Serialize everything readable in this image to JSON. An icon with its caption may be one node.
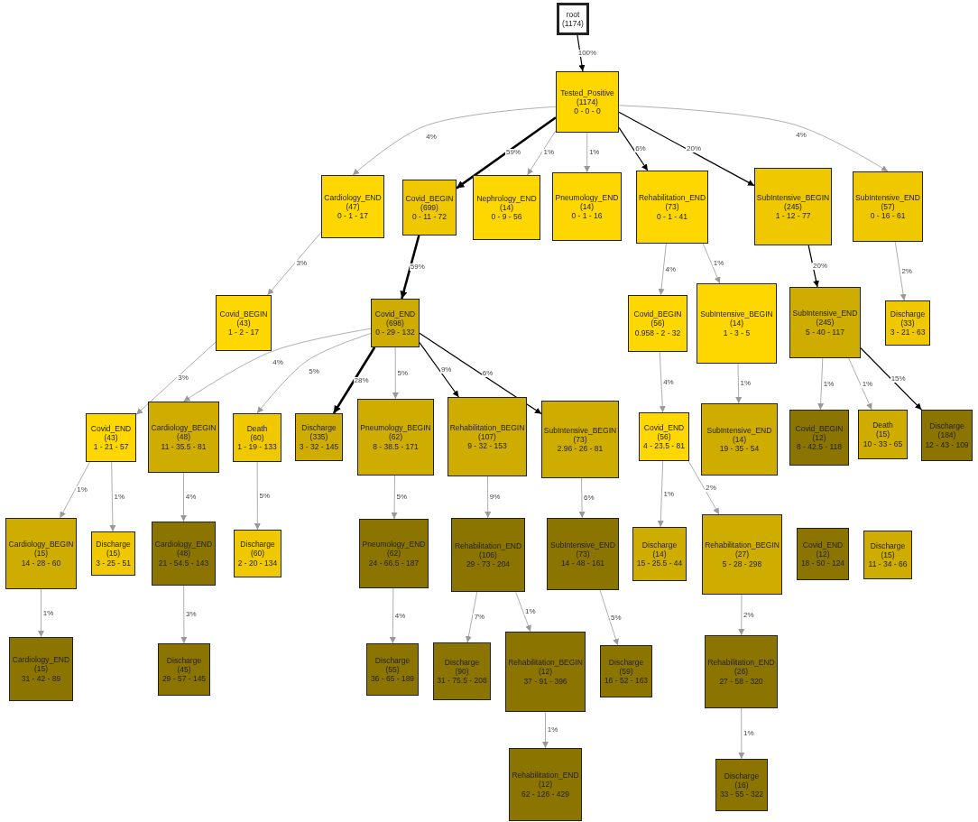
{
  "diagram": {
    "nodes": [
      {
        "text": [
          "root",
          "(1174)"
        ]
      },
      {
        "text": [
          "Tested_Positive",
          "(1174)",
          "0 - 0 - 0"
        ]
      },
      {
        "text": [
          "Cardiology_END",
          "(47)",
          "0 - 1 - 17"
        ]
      },
      {
        "text": [
          "Covid_BEGIN",
          "(699)",
          "0 - 11 - 72"
        ]
      },
      {
        "text": [
          "Nephrology_END",
          "(14)",
          "0 - 9 - 56"
        ]
      },
      {
        "text": [
          "Pneumology_END",
          "(14)",
          "0 - 1 - 16"
        ]
      },
      {
        "text": [
          "Rehabilitation_END",
          "(73)",
          "0 - 1 - 41"
        ]
      },
      {
        "text": [
          "SubIntensive_BEGIN",
          "(245)",
          "1 - 12 - 77"
        ]
      },
      {
        "text": [
          "SubIntensive_END",
          "(57)",
          "0 - 16 - 61"
        ]
      },
      {
        "text": [
          "Covid_BEGIN",
          "(43)",
          "1 - 2 - 17"
        ]
      },
      {
        "text": [
          "Covid_END",
          "(698)",
          "0 - 29 - 132"
        ]
      },
      {
        "text": [
          "Covid_BEGIN",
          "(56)",
          "0.958 - 2 - 32"
        ]
      },
      {
        "text": [
          "SubIntensive_BEGIN",
          "(14)",
          "1 - 3 - 5"
        ]
      },
      {
        "text": [
          "SubIntensive_END",
          "(245)",
          "5 - 40 - 117"
        ]
      },
      {
        "text": [
          "Discharge",
          "(33)",
          "3 - 21 - 63"
        ]
      },
      {
        "text": [
          "Covid_END",
          "(43)",
          "1 - 21 - 57"
        ]
      },
      {
        "text": [
          "Cardiology_BEGIN",
          "(48)",
          "11 - 35.5 - 81"
        ]
      },
      {
        "text": [
          "Death",
          "(60)",
          "1 - 19 - 133"
        ]
      },
      {
        "text": [
          "Discharge",
          "(335)",
          "3 - 32 - 145"
        ]
      },
      {
        "text": [
          "Pneumology_BEGIN",
          "(62)",
          "8 - 38.5 - 171"
        ]
      },
      {
        "text": [
          "Rehabilitation_BEGIN",
          "(107)",
          "9 - 32 - 153"
        ]
      },
      {
        "text": [
          "SubIntensive_BEGIN",
          "(73)",
          "2.96 - 26 - 81"
        ]
      },
      {
        "text": [
          "Covid_END",
          "(56)",
          "4 - 23.5 - 81"
        ]
      },
      {
        "text": [
          "SubIntensive_END",
          "(14)",
          "19 - 35 - 54"
        ]
      },
      {
        "text": [
          "Covid_BEGIN",
          "(12)",
          "8 - 42.5 - 118"
        ]
      },
      {
        "text": [
          "Death",
          "(15)",
          "10 - 33 - 65"
        ]
      },
      {
        "text": [
          "Discharge",
          "(184)",
          "12 - 43 - 109"
        ]
      },
      {
        "text": [
          "Cardiology_BEGIN",
          "(15)",
          "14 - 28 - 60"
        ]
      },
      {
        "text": [
          "Discharge",
          "(15)",
          "3 - 25 - 51"
        ]
      },
      {
        "text": [
          "Cardiology_END",
          "(48)",
          "21 - 54.5 - 143"
        ]
      },
      {
        "text": [
          "Discharge",
          "(60)",
          "2 - 20 - 134"
        ]
      },
      {
        "text": [
          "Pneumology_END",
          "(62)",
          "24 - 66.5 - 187"
        ]
      },
      {
        "text": [
          "Rehabilitation_END",
          "(106)",
          "29 - 73 - 204"
        ]
      },
      {
        "text": [
          "SubIntensive_END",
          "(73)",
          "14 - 48 - 161"
        ]
      },
      {
        "text": [
          "Discharge",
          "(14)",
          "15 - 25.5 - 44"
        ]
      },
      {
        "text": [
          "Rehabilitation_BEGIN",
          "(27)",
          "5 - 28 - 298"
        ]
      },
      {
        "text": [
          "Covid_END",
          "(12)",
          "18 - 50 - 124"
        ]
      },
      {
        "text": [
          "Discharge",
          "(15)",
          "11 - 34 - 66"
        ]
      },
      {
        "text": [
          "Cardiology_END",
          "(15)",
          "31 - 42 - 89"
        ]
      },
      {
        "text": [
          "Discharge",
          "(45)",
          "29 - 57 - 145"
        ]
      },
      {
        "text": [
          "Discharge",
          "(55)",
          "36 - 65 - 189"
        ]
      },
      {
        "text": [
          "Discharge",
          "(90)",
          "31 - 75.5 - 208"
        ]
      },
      {
        "text": [
          "Rehabilitation_BEGIN",
          "(12)",
          "37 - 91 - 396"
        ]
      },
      {
        "text": [
          "Discharge",
          "(59)",
          "16 - 52 - 163"
        ]
      },
      {
        "text": [
          "Rehabilitation_END",
          "(26)",
          "27 - 58 - 320"
        ]
      },
      {
        "text": [
          "Rehabilitation_END",
          "(12)",
          "62 - 126 - 429"
        ]
      },
      {
        "text": [
          "Discharge",
          "(16)",
          "33 - 55 - 322"
        ]
      }
    ],
    "edges": [
      {
        "from": 0,
        "to": 1,
        "arrow": "to",
        "label": "100%",
        "color": "#000000"
      },
      {
        "from": 1,
        "to": 2,
        "arrow": "to",
        "label": "4%"
      },
      {
        "from": 1,
        "to": 3,
        "arrow": "to",
        "label": "59%",
        "style": "thick",
        "color": "#000000"
      },
      {
        "from": 1,
        "to": 4,
        "arrow": "to",
        "label": "1%"
      },
      {
        "from": 1,
        "to": 5,
        "arrow": "to",
        "label": "1%"
      },
      {
        "from": 1,
        "to": 6,
        "arrow": "to",
        "label": "6%",
        "color": "#000000"
      },
      {
        "from": 1,
        "to": 7,
        "arrow": "to",
        "label": "20%",
        "color": "#000000"
      },
      {
        "from": 1,
        "to": 8,
        "arrow": "to",
        "label": "4%"
      },
      {
        "from": 2,
        "to": 9,
        "arrow": "to",
        "label": "3%"
      },
      {
        "from": 3,
        "to": 10,
        "arrow": "to",
        "label": "59%",
        "style": "thick",
        "color": "#000000"
      },
      {
        "from": 6,
        "to": 11,
        "arrow": "to",
        "label": "4%"
      },
      {
        "from": 6,
        "to": 12,
        "arrow": "to",
        "label": "1%"
      },
      {
        "from": 7,
        "to": 13,
        "arrow": "to",
        "label": "20%",
        "color": "#000000"
      },
      {
        "from": 8,
        "to": 14,
        "arrow": "to",
        "label": "2%"
      },
      {
        "from": 9,
        "to": 15,
        "arrow": "to",
        "label": "3%"
      },
      {
        "from": 10,
        "to": 16,
        "arrow": "to",
        "label": "4%"
      },
      {
        "from": 10,
        "to": 17,
        "arrow": "to",
        "label": "5%"
      },
      {
        "from": 10,
        "to": 18,
        "arrow": "to",
        "label": "28%",
        "style": "thick",
        "color": "#000000"
      },
      {
        "from": 10,
        "to": 19,
        "arrow": "to",
        "label": "5%"
      },
      {
        "from": 10,
        "to": 20,
        "arrow": "to",
        "label": "9%",
        "color": "#000000"
      },
      {
        "from": 10,
        "to": 21,
        "arrow": "to",
        "label": "6%",
        "color": "#000000"
      },
      {
        "from": 11,
        "to": 22,
        "arrow": "to",
        "label": "4%"
      },
      {
        "from": 12,
        "to": 23,
        "arrow": "to",
        "label": "1%"
      },
      {
        "from": 13,
        "to": 24,
        "arrow": "to",
        "label": "1%"
      },
      {
        "from": 13,
        "to": 25,
        "arrow": "to",
        "label": "1%"
      },
      {
        "from": 13,
        "to": 26,
        "arrow": "to",
        "label": "15%",
        "color": "#000000"
      },
      {
        "from": 15,
        "to": 27,
        "arrow": "to",
        "label": "1%"
      },
      {
        "from": 15,
        "to": 28,
        "arrow": "to",
        "label": "1%"
      },
      {
        "from": 16,
        "to": 29,
        "arrow": "to",
        "label": "4%"
      },
      {
        "from": 17,
        "to": 30,
        "arrow": "to",
        "label": "5%"
      },
      {
        "from": 19,
        "to": 31,
        "arrow": "to",
        "label": "5%"
      },
      {
        "from": 20,
        "to": 32,
        "arrow": "to",
        "label": "9%"
      },
      {
        "from": 21,
        "to": 33,
        "arrow": "to",
        "label": "6%"
      },
      {
        "from": 22,
        "to": 34,
        "arrow": "to",
        "label": "1%"
      },
      {
        "from": 22,
        "to": 35,
        "arrow": "to",
        "label": "2%"
      },
      {
        "from": 27,
        "to": 38,
        "arrow": "to",
        "label": "1%"
      },
      {
        "from": 29,
        "to": 39,
        "arrow": "to",
        "label": "3%"
      },
      {
        "from": 31,
        "to": 40,
        "arrow": "to",
        "label": "4%"
      },
      {
        "from": 32,
        "to": 41,
        "arrow": "to",
        "label": "7%"
      },
      {
        "from": 32,
        "to": 42,
        "arrow": "to",
        "label": "1%"
      },
      {
        "from": 33,
        "to": 43,
        "arrow": "to",
        "label": "5%"
      },
      {
        "from": 35,
        "to": 44,
        "arrow": "to",
        "label": "2%"
      },
      {
        "from": 42,
        "to": 45,
        "arrow": "to",
        "label": "1%"
      },
      {
        "from": 44,
        "to": 46,
        "arrow": "to",
        "label": "1%"
      }
    ]
  }
}
